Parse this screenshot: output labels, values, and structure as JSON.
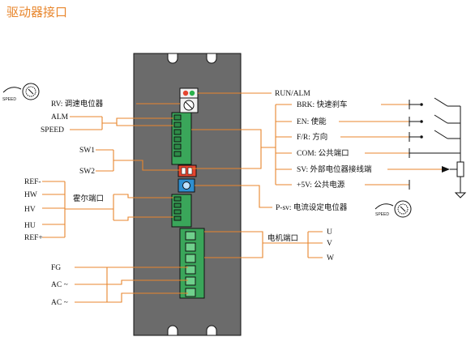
{
  "title": "驱动器接口",
  "left_labels": {
    "rv": "RV: 调速电位器",
    "alm": "ALM",
    "speed": "SPEED",
    "sw1": "SW1",
    "sw2": "SW2",
    "ref_minus": "REF-",
    "hw": "HW",
    "hv": "HV",
    "hu": "HU",
    "ref_plus": "REF+",
    "hall_port": "霍尔端口",
    "fg": "FG",
    "ac1": "AC ~",
    "ac2": "AC ~"
  },
  "right_labels": {
    "run_alm": "RUN/ALM",
    "brk": "BRK: 快速刹车",
    "en": "EN: 使能",
    "fr": "F/R: 方向",
    "com": "COM: 公共端口",
    "sv": "SV: 外部电位器接线端",
    "plus5v": "+5V: 公共电源",
    "psv": "P-sv: 电流设定电位器",
    "motor_port": "电机端口",
    "u": "U",
    "v": "V",
    "w": "W"
  },
  "icons": {
    "speed_knob_text": "SPEED"
  },
  "colors": {
    "accent": "#e8862c",
    "panel": "#6b6b6b",
    "terminal": "#3aa65a",
    "switch_red": "#e5452f",
    "pot_blue": "#2e8fd0"
  }
}
